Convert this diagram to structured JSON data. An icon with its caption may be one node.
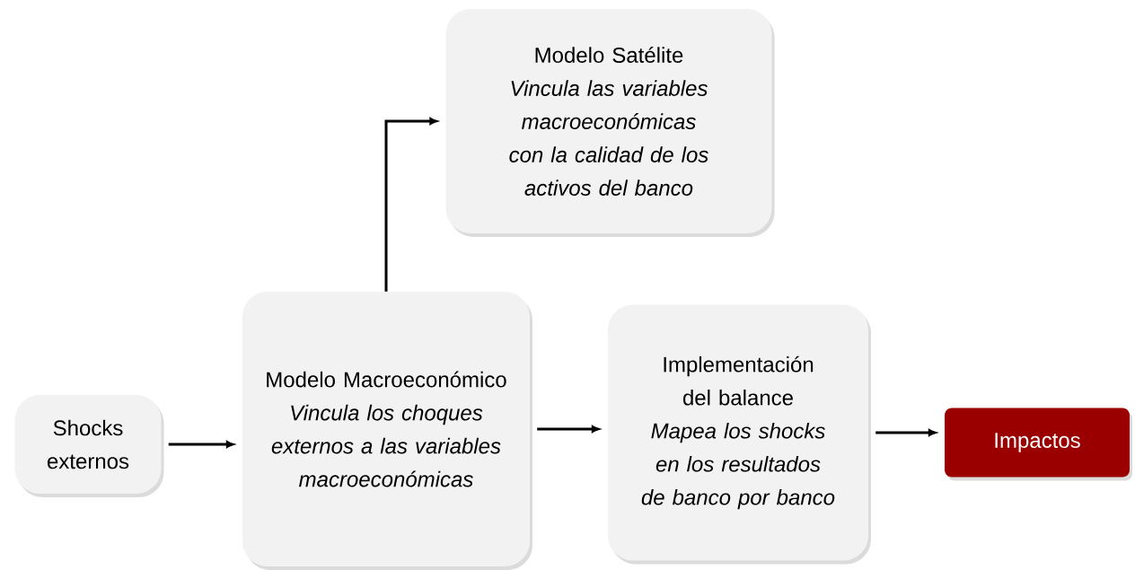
{
  "diagram": {
    "nodes": [
      {
        "text": [
          "Shocks externos"
        ]
      },
      {
        "text": [
          "Modelo Macroeconómico",
          "Vincula los choques externos a las variables macroeconómicas"
        ]
      },
      {
        "text": [
          "Modelo Satélite",
          "Vincula las variables macroeconómicas con la calidad de los activos del banco"
        ]
      },
      {
        "text": [
          "Implementación del balance",
          "Mapea los shocks en los resultados de banco por banco"
        ]
      },
      {
        "text": [
          "Impactos"
        ]
      }
    ],
    "edges": [
      {
        "from": 0,
        "to": 1,
        "arrow": "to"
      },
      {
        "from": 1,
        "to": 2,
        "arrow": "to"
      },
      {
        "from": 1,
        "to": 3,
        "arrow": "to"
      },
      {
        "from": 3,
        "to": 4,
        "arrow": "to"
      }
    ]
  }
}
